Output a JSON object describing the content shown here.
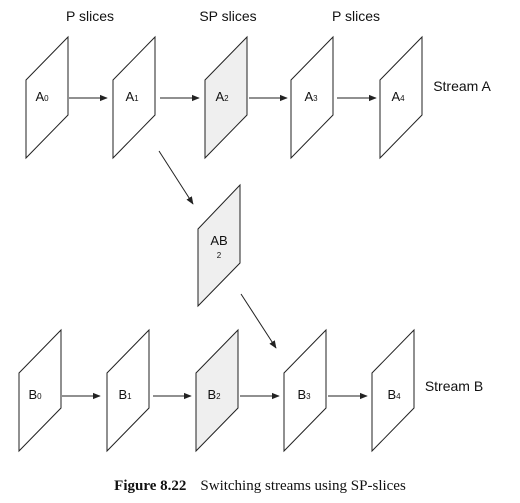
{
  "headers": {
    "left": "P slices",
    "middle": "SP slices",
    "right": "P slices"
  },
  "streams": {
    "a": "Stream A",
    "b": "Stream B"
  },
  "frames": {
    "a0": {
      "base": "A",
      "sub": "0"
    },
    "a1": {
      "base": "A",
      "sub": "1"
    },
    "a2": {
      "base": "A",
      "sub": "2"
    },
    "a3": {
      "base": "A",
      "sub": "3"
    },
    "a4": {
      "base": "A",
      "sub": "4"
    },
    "ab2": {
      "base": "AB",
      "sub": "2"
    },
    "b0": {
      "base": "B",
      "sub": "0"
    },
    "b1": {
      "base": "B",
      "sub": "1"
    },
    "b2": {
      "base": "B",
      "sub": "2"
    },
    "b3": {
      "base": "B",
      "sub": "3"
    },
    "b4": {
      "base": "B",
      "sub": "4"
    }
  },
  "caption": {
    "number": "Figure 8.22",
    "text": "Switching streams using SP-slices"
  },
  "colors": {
    "sp_fill": "#efefef",
    "p_fill": "#ffffff",
    "line": "#222222"
  }
}
